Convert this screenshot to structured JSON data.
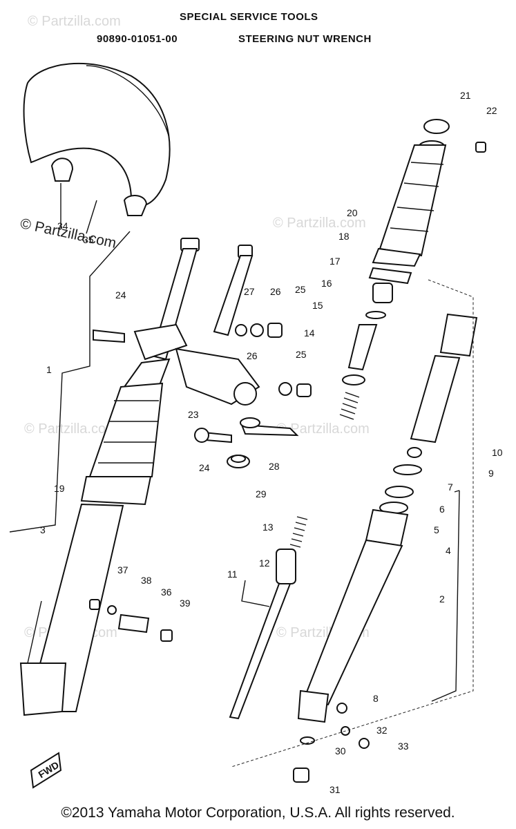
{
  "header": {
    "title": "SPECIAL SERVICE TOOLS",
    "tool_number": "90890-01051-00",
    "tool_name": "STEERING NUT WRENCH"
  },
  "watermark": {
    "main": "© Partzilla.com",
    "faint": "© Partzilla.com"
  },
  "callouts": {
    "c1": "1",
    "c2": "2",
    "c3": "3",
    "c4": "4",
    "c5": "5",
    "c6": "6",
    "c7": "7",
    "c8": "8",
    "c9": "9",
    "c10": "10",
    "c11": "11",
    "c12": "12",
    "c13": "13",
    "c14": "14",
    "c15": "15",
    "c16": "16",
    "c17": "17",
    "c18": "18",
    "c19": "19",
    "c20": "20",
    "c21": "21",
    "c22": "22",
    "c23": "23",
    "c24a": "24",
    "c24b": "24",
    "c25a": "25",
    "c25b": "25",
    "c26a": "26",
    "c26b": "26",
    "c27": "27",
    "c28": "28",
    "c29": "29",
    "c30": "30",
    "c31": "31",
    "c32": "32",
    "c33": "33",
    "c34": "34",
    "c35": "35",
    "c36": "36",
    "c37": "37",
    "c38": "38",
    "c39": "39"
  },
  "fwd_label": "FWD",
  "copyright": "©2013 Yamaha Motor Corporation, U.S.A. All rights reserved."
}
